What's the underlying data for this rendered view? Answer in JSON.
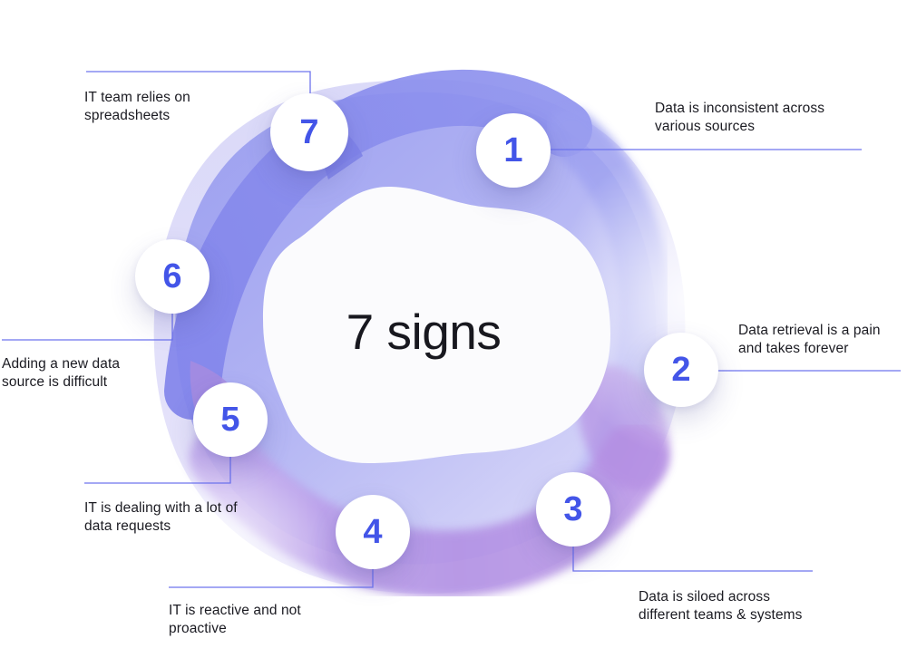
{
  "title": "7 signs",
  "items": [
    {
      "number": "1",
      "line1": "Data is inconsistent across",
      "line2": "various sources"
    },
    {
      "number": "2",
      "line1": "Data retrieval is a pain",
      "line2": "and takes forever"
    },
    {
      "number": "3",
      "line1": "Data is siloed across",
      "line2": "different teams & systems"
    },
    {
      "number": "4",
      "line1": "IT is reactive and not",
      "line2": "proactive"
    },
    {
      "number": "5",
      "line1": "IT is dealing with a lot of",
      "line2": "data requests"
    },
    {
      "number": "6",
      "line1": "Adding a new data",
      "line2": "source is difficult"
    },
    {
      "number": "7",
      "line1": "IT team relies on",
      "line2": "spreadsheets"
    }
  ],
  "colors": {
    "number_blue": "#4355e8",
    "connector_blue": "#6d73ee",
    "label_text": "#1b1b22",
    "title_text": "#18181f",
    "blob_periwinkle_dark": "#8488ec",
    "blob_periwinkle": "#999df0",
    "blob_light_lavender": "#dcdcf9",
    "blob_purple": "#b18fe3",
    "center_blob_white": "#fbfbfd",
    "background": "#ffffff"
  }
}
